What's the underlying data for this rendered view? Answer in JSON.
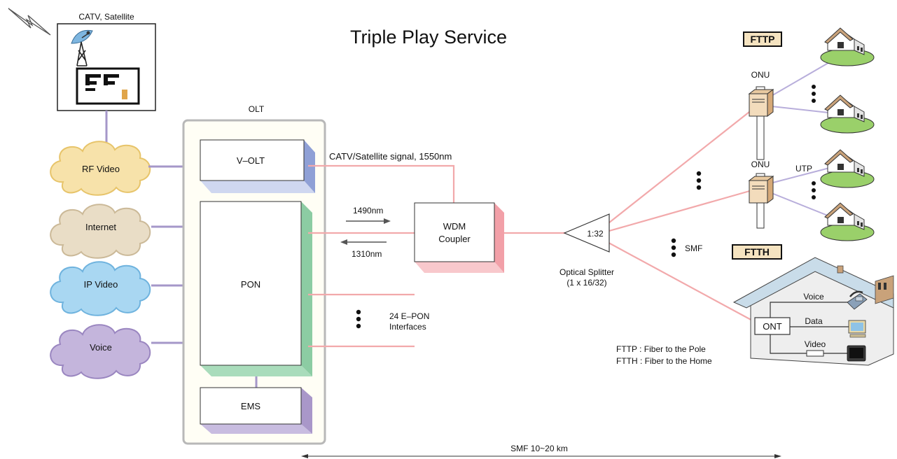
{
  "title": "Triple Play Service",
  "headend": {
    "label": "CATV, Satellite"
  },
  "sources": [
    {
      "label": "RF Video",
      "color": "#f7e2aa",
      "stroke": "#e7c46a"
    },
    {
      "label": "Internet",
      "color": "#e9ddc6",
      "stroke": "#cbb998"
    },
    {
      "label": "IP Video",
      "color": "#a9d7f2",
      "stroke": "#6fb3de"
    },
    {
      "label": "Voice",
      "color": "#c4b5dc",
      "stroke": "#9a86c0"
    }
  ],
  "olt": {
    "label": "OLT",
    "volt": "V–OLT",
    "pon": "PON",
    "ems": "EMS"
  },
  "signals": {
    "catv": "CATV/Satellite signal, 1550nm",
    "down": "1490nm",
    "up": "1310nm",
    "pon_if_line1": "24 E–PON",
    "pon_if_line2": "Interfaces"
  },
  "wdm": {
    "line1": "WDM",
    "line2": "Coupler"
  },
  "splitter": {
    "ratio": "1:32",
    "line1": "Optical Splitter",
    "line2": "(1 x 16/32)"
  },
  "fttp": {
    "badge": "FTTP",
    "onu1": "ONU",
    "onu2": "ONU",
    "utp": "UTP",
    "smf": "SMF"
  },
  "ftth": {
    "badge": "FTTH",
    "ont": "ONT",
    "voice": "Voice",
    "data": "Data",
    "video": "Video"
  },
  "legend": {
    "line1": "FTTP : Fiber to the Pole",
    "line2": "FTTH : Fiber to the Home"
  },
  "distance": "SMF 10~20 km",
  "colors": {
    "fiber": "#f2a9ab",
    "copper": "#b8aedb",
    "violet_link": "#a597c9",
    "volt_side": "#8fa0d6",
    "pon_side": "#8ccca3",
    "ems_side": "#a997c9",
    "wdm_side": "#f2a0a8"
  }
}
